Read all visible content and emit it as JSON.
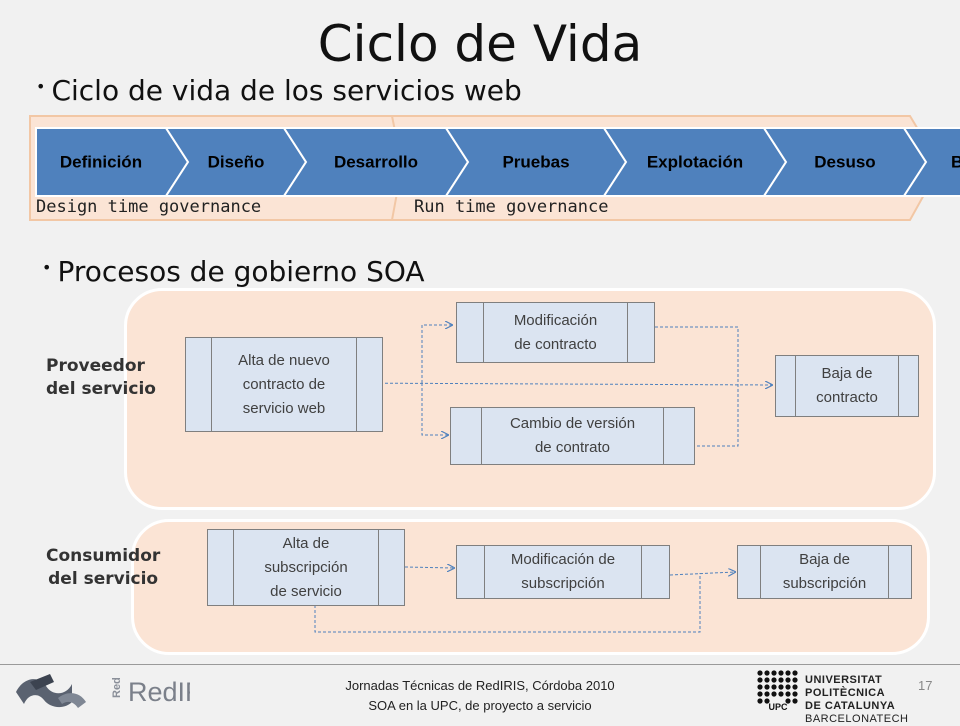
{
  "title": "Ciclo de Vida",
  "bullets": {
    "lifecycle": "Ciclo de vida de los servicios web",
    "governance": "Procesos de gobierno SOA"
  },
  "lifecycle_steps": [
    "Definición",
    "Diseño",
    "Desarrollo",
    "Pruebas",
    "Explotación",
    "Desuso",
    "Baja"
  ],
  "governance_phases": {
    "design": "Design time governance",
    "run": "Run time governance"
  },
  "roles": {
    "provider": [
      "Proveedor",
      "del servicio"
    ],
    "consumer": [
      "Consumidor",
      "del servicio"
    ]
  },
  "provider_processes": {
    "new_contract": [
      "Alta de nuevo",
      "contracto de",
      "servicio  web"
    ],
    "modify_contract": [
      "Modificación",
      "de contracto"
    ],
    "version_change": [
      "Cambio de versión",
      "de contrato"
    ],
    "cancel_contract": [
      "Baja de",
      "contracto"
    ]
  },
  "consumer_processes": {
    "new_subscription": [
      "Alta de",
      "subscripción",
      "de servicio"
    ],
    "modify_subscription": [
      "Modificación de",
      "subscripción"
    ],
    "cancel_subscription": [
      "Baja de",
      "subscripción"
    ]
  },
  "footer": {
    "line1": "Jornadas Técnicas de RedIRIS, Córdoba 2010",
    "line2": "SOA en la UPC, de proyecto a servicio",
    "page": "17"
  },
  "logos": {
    "left": "RedIRIS",
    "right": [
      "UNIVERSITAT POLITÈCNICA",
      "DE CATALUNYA",
      "BARCELONATECH"
    ],
    "right_badge": "UPC"
  },
  "colors": {
    "chevron": "#4f81bd",
    "panel": "#fbe4d5",
    "box": "#dbe4f1",
    "arrow": "#4f81bd"
  }
}
